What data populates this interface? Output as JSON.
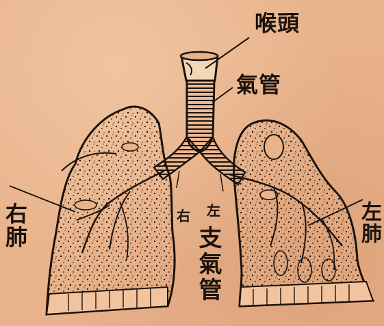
{
  "labels": {
    "throat": "喉頭",
    "trachea": "氣管",
    "right_lung": "右肺",
    "left_lung": "左肺",
    "bronchi": "支氣管",
    "right": "右",
    "left": "左"
  },
  "colors": {
    "paper": "#e8b28a",
    "ink": "#1c120c"
  }
}
